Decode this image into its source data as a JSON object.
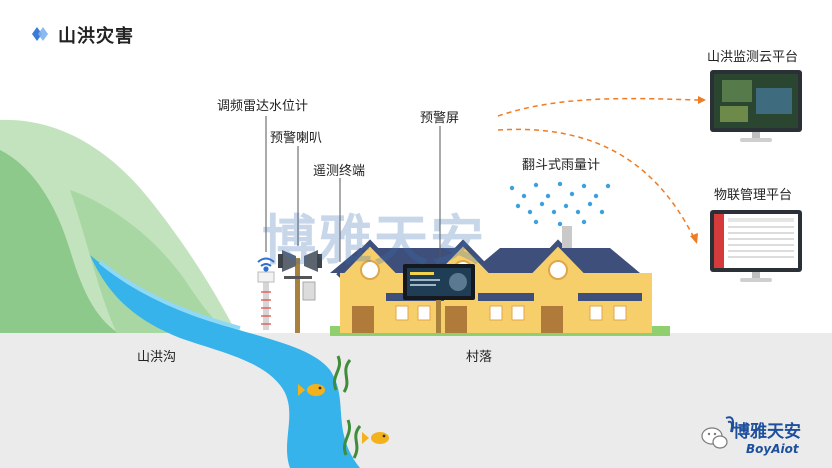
{
  "title": "山洪灾害",
  "watermark": "博雅天安",
  "labels": {
    "radar": "调频雷达水位计",
    "speaker": "预警喇叭",
    "terminal": "遥测终端",
    "screen": "预警屏",
    "rain_gauge": "翻斗式雨量计",
    "cloud_platform": "山洪监测云平台",
    "iot_platform": "物联管理平台",
    "gully": "山洪沟",
    "village": "村落"
  },
  "brand": {
    "name_cn": "博雅天安",
    "name_en": "BoyAiot"
  },
  "colors": {
    "mountain_light": "#a9d6a6",
    "mountain_dark": "#7dbf7e",
    "river": "#3ab5ea",
    "ground": "#ebebeb",
    "house_wall": "#f7cf6a",
    "house_roof": "#3e4f7b",
    "arrow": "#f07b22",
    "accent": "#3a7bd5"
  },
  "icons": [
    "wifi-icon",
    "fish-icon",
    "seaweed-icon",
    "rain-drops-icon",
    "wechat-icon"
  ]
}
